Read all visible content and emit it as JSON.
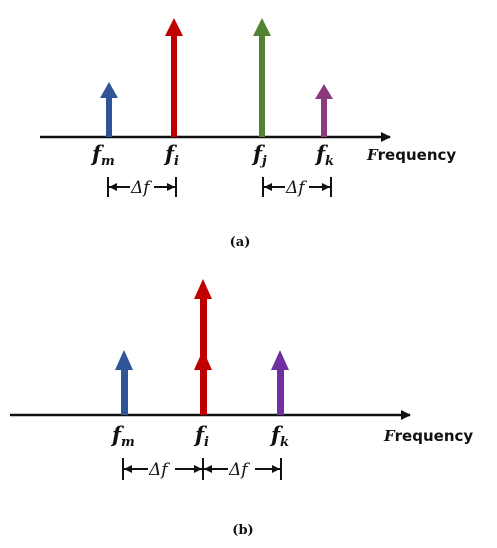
{
  "panel_a": {
    "caption": "(a)",
    "axis_label": "Frequency",
    "delta_label": "Δf",
    "tones": [
      {
        "id": "m",
        "label": "f",
        "sub": "m",
        "color": "#2f5597"
      },
      {
        "id": "i",
        "label": "f",
        "sub": "i",
        "color": "#c00000"
      },
      {
        "id": "j",
        "label": "f",
        "sub": "j",
        "color": "#548235"
      },
      {
        "id": "k",
        "label": "f",
        "sub": "k",
        "color": "#8b3a7f"
      }
    ]
  },
  "panel_b": {
    "caption": "(b)",
    "axis_label": "Frequency",
    "delta_label": "Δf",
    "tones": [
      {
        "id": "m",
        "label": "f",
        "sub": "m",
        "color": "#2f5597"
      },
      {
        "id": "i",
        "label": "f",
        "sub": "i",
        "color": "#c00000"
      },
      {
        "id": "k",
        "label": "f",
        "sub": "k",
        "color": "#7030a0"
      }
    ]
  }
}
